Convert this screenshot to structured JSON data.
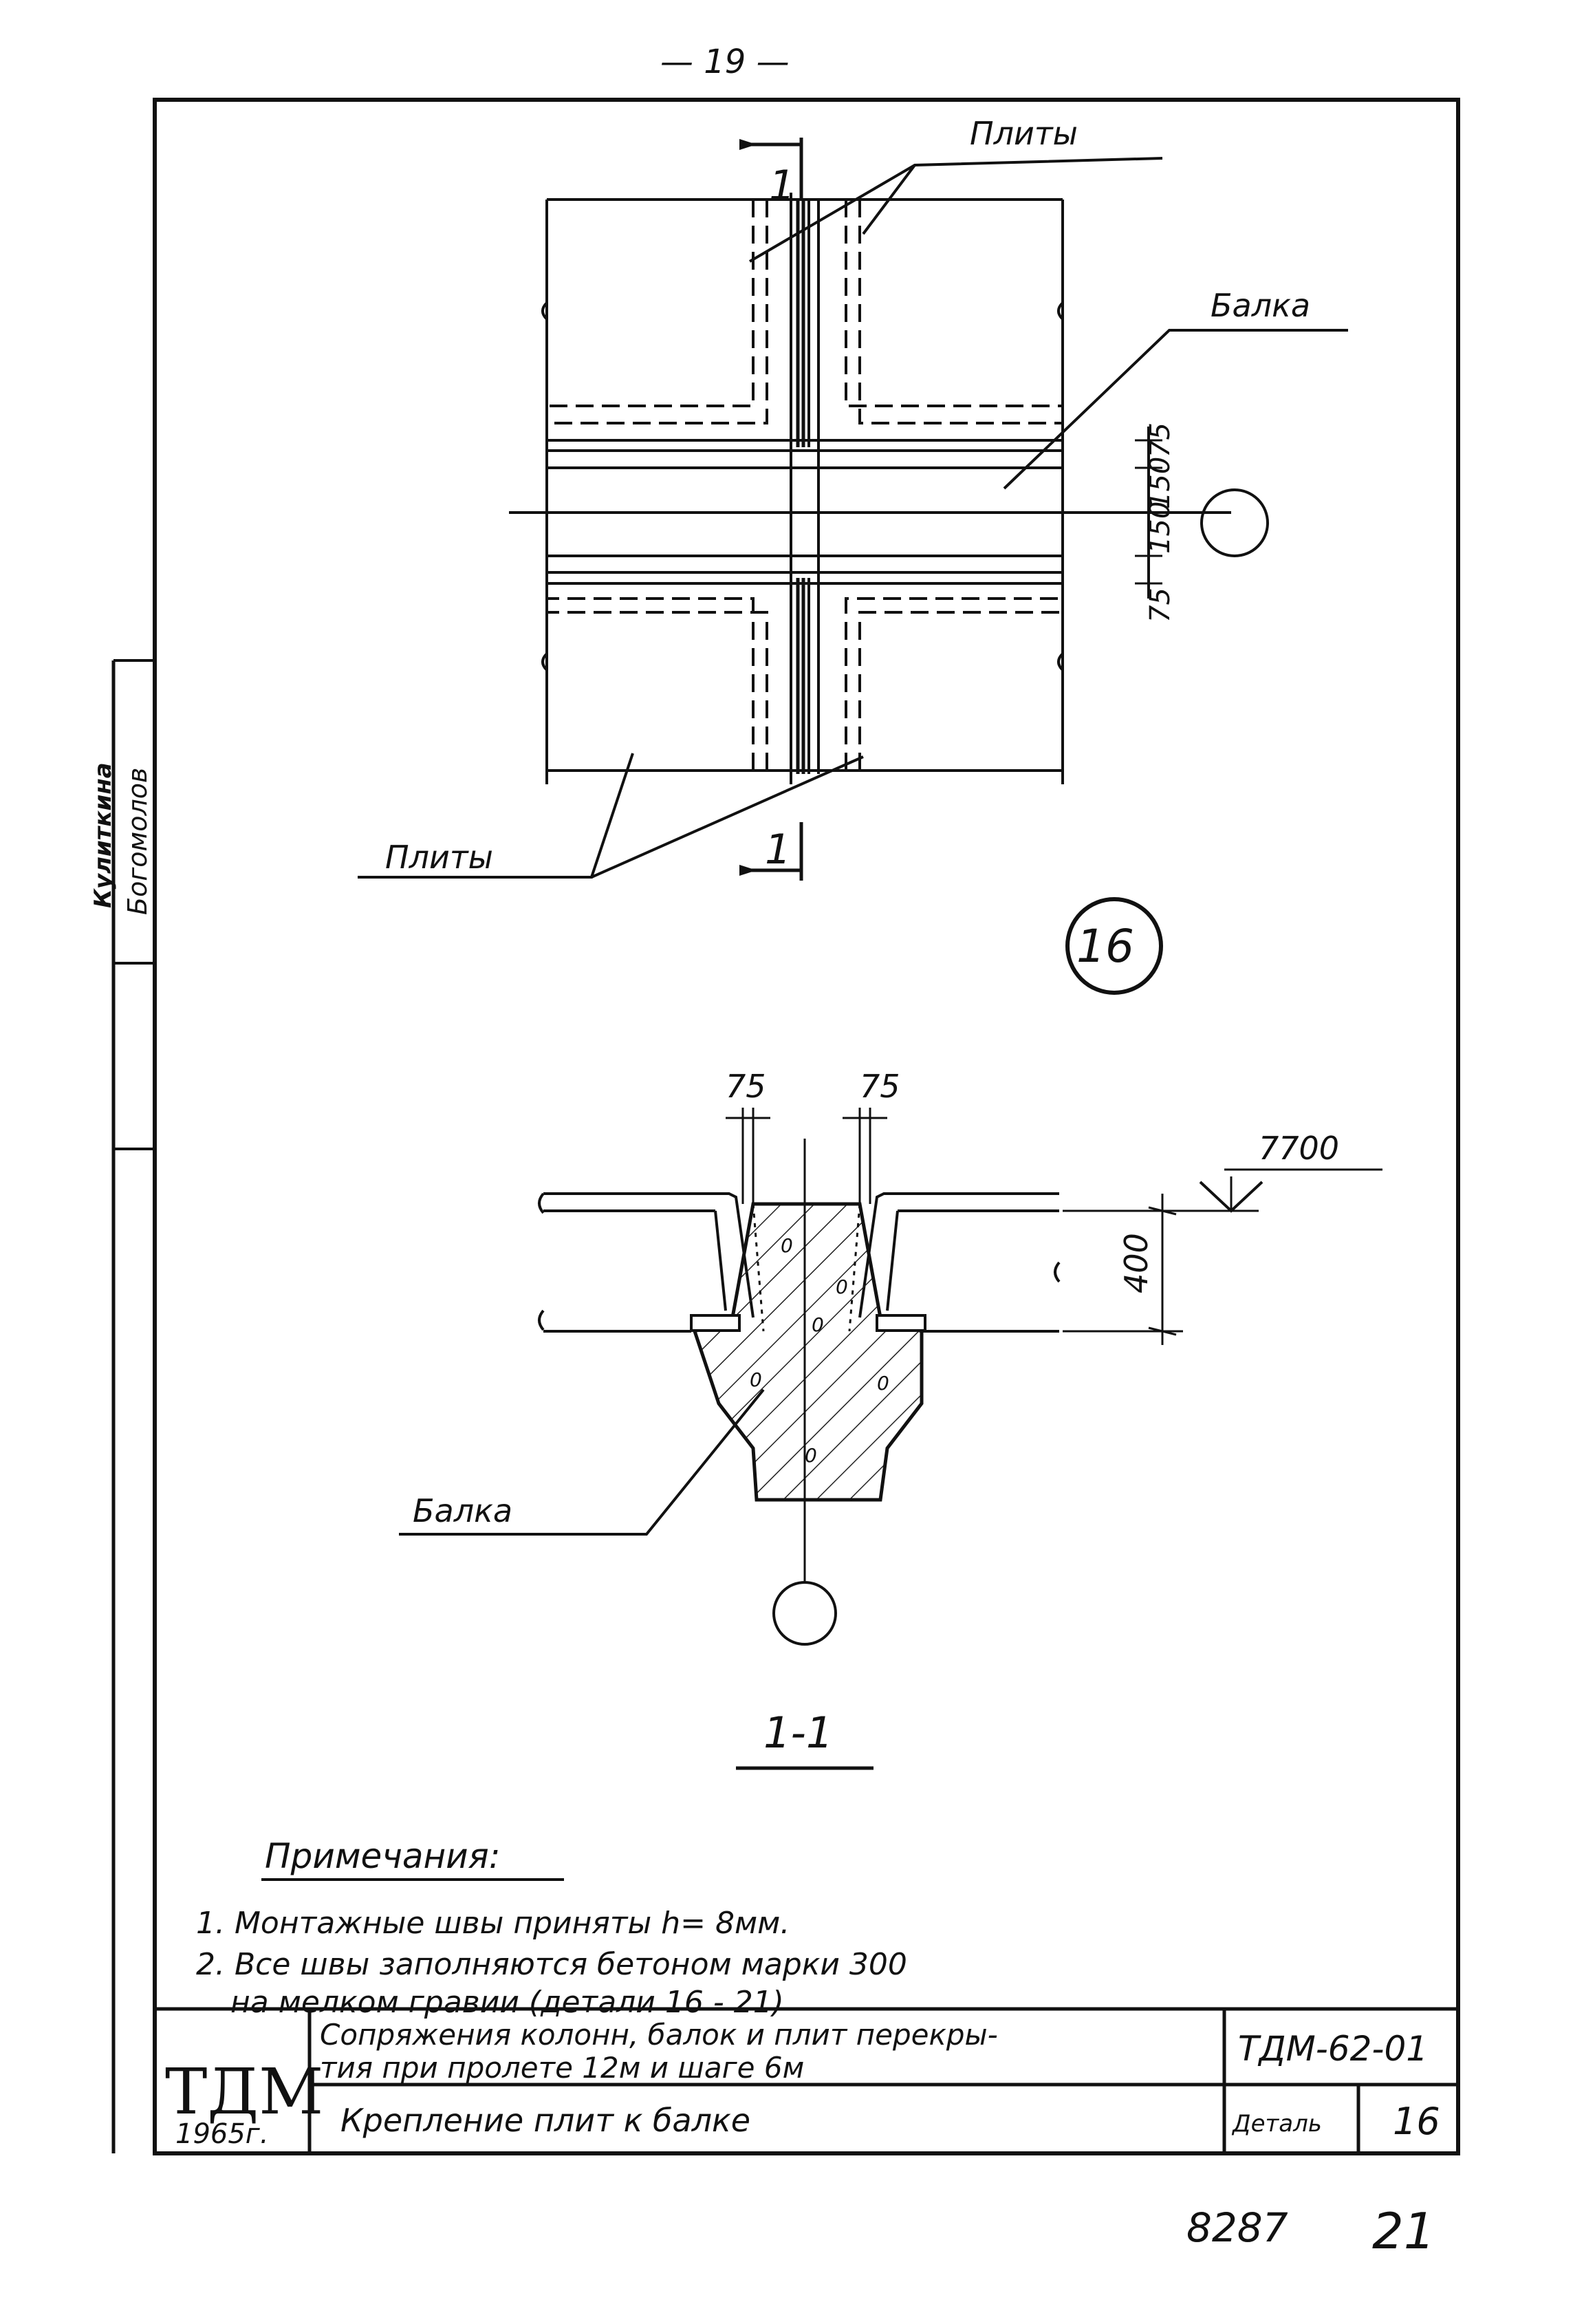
{
  "page_number": "— 19 —",
  "plan": {
    "label_plates_top": "Плиты",
    "label_beam": "Балка",
    "label_plates_bottom": "Плиты",
    "section_mark_top": "1",
    "section_mark_bottom": "1",
    "dims": [
      "75",
      "150",
      "150",
      "75"
    ]
  },
  "detail_number": "16",
  "section": {
    "dim_left": "75",
    "dim_right": "75",
    "elevation": "7700",
    "height": "400",
    "weld_marks": [
      "0",
      "0",
      "0",
      "0",
      "0",
      "0"
    ],
    "label_beam": "Балка",
    "title": "1-1"
  },
  "notes": {
    "heading": "Примечания:",
    "lines": [
      "1. Монтажные   швы   приняты   h= 8мм.",
      "2. Все  швы  заполняются  бетоном  марки 300",
      "на  мелком  гравии   (детали 16 - 21)"
    ]
  },
  "side_stamp": {
    "names": [
      "Богомолов",
      "Кулиткина"
    ]
  },
  "title_block": {
    "org": "ТДМ",
    "year": "1965г.",
    "project_title_line1": "Сопряжения колонн, балок и плит перекры-",
    "project_title_line2": "тия при пролете 12м и шаге 6м",
    "sheet_title": "Крепление  плит   к  балке",
    "doc_code": "ТДМ-62-01",
    "detail_label": "Деталь",
    "detail_value": "16"
  },
  "footer": {
    "inventory": "8287",
    "sheet": "21"
  }
}
